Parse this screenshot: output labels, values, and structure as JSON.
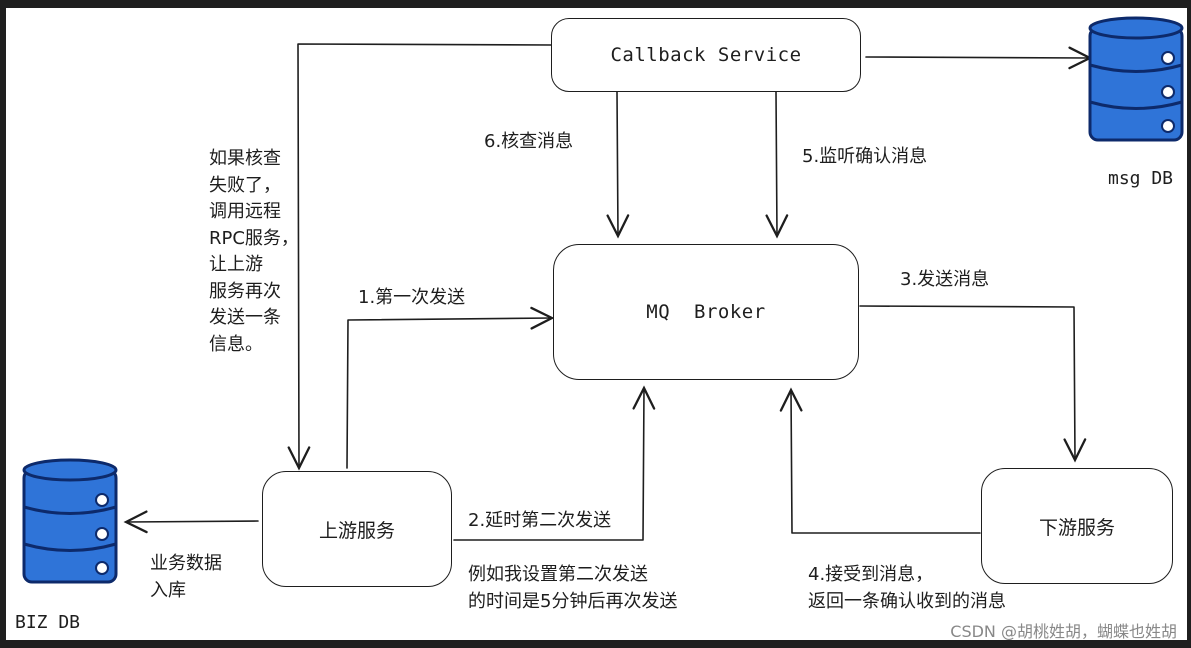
{
  "nodes": {
    "callback": "Callback Service",
    "broker": "MQ  Broker",
    "upstream": "上游服务",
    "downstream": "下游服务"
  },
  "databases": {
    "msg": "msg DB",
    "biz": "BIZ DB"
  },
  "labels": {
    "step1": "1.第一次发送",
    "step2": "2.延时第二次发送",
    "step2_note": [
      "例如我设置第二次发送",
      "的时间是5分钟后再次发送"
    ],
    "step3": "3.发送消息",
    "step4": [
      "4.接受到消息，",
      "返回一条确认收到的消息"
    ],
    "step5": "5.监听确认消息",
    "step6": "6.核查消息",
    "retry_note": [
      "如果核查",
      "失败了，",
      "调用远程",
      "RPC服务，",
      "让上游",
      "服务再次",
      "发送一条",
      "信息。"
    ],
    "biz_store": [
      "业务数据",
      "入库"
    ]
  },
  "watermark": "CSDN @胡桃姓胡，蝴蝶也姓胡",
  "colors": {
    "db_blue": "#2f74d8",
    "db_dark": "#0d2a6b",
    "stroke": "#1e1e1e"
  }
}
